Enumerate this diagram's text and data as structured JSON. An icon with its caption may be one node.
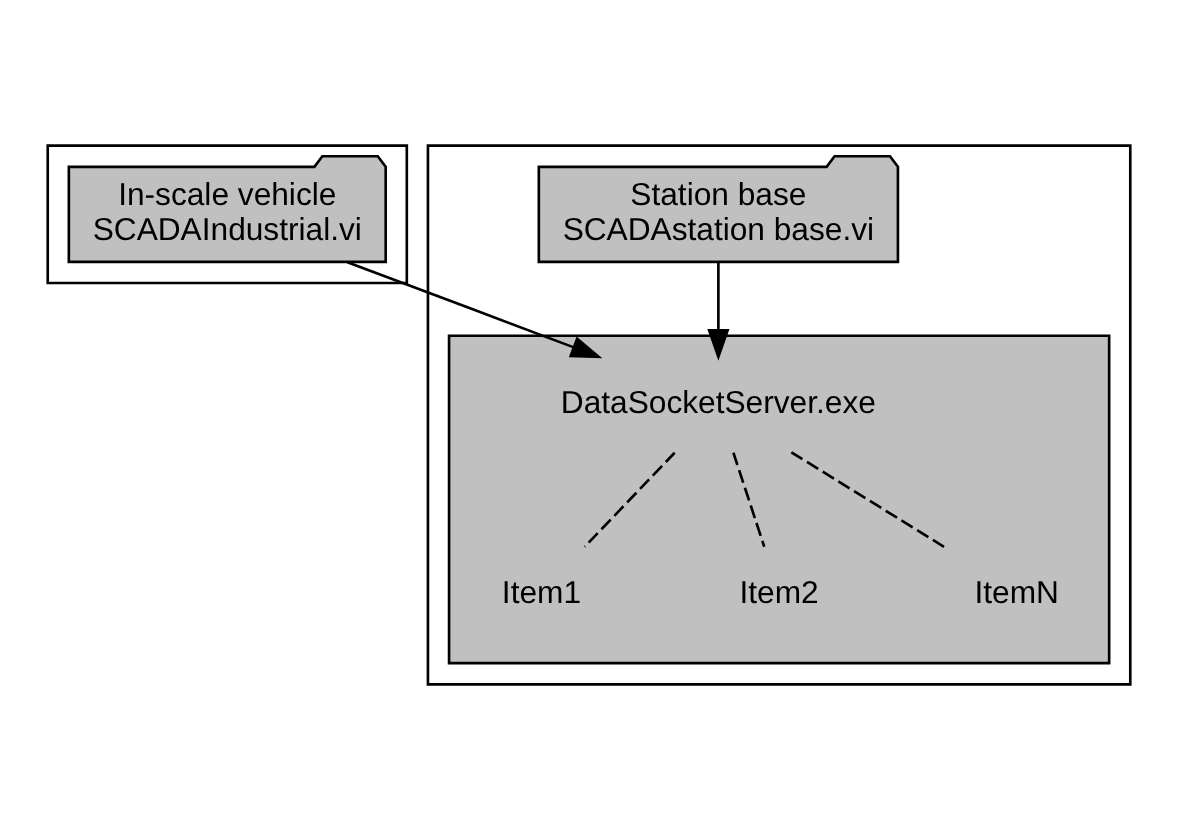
{
  "diagram": {
    "nodes": [
      {
        "text": [],
        "shape": "box"
      },
      {
        "text": [
          "In-scale vehicle",
          "SCADAIndustrial.vi"
        ],
        "in": 0
      },
      {
        "text": [],
        "shape": "box"
      },
      {
        "text": [
          "Station base",
          "SCADAstation base.vi"
        ],
        "in": 2
      },
      {
        "text": [
          "DataSocketServer.exe"
        ],
        "in": 2
      },
      {
        "text": [
          "Item1"
        ],
        "in": 4
      },
      {
        "text": [
          "Item2"
        ],
        "in": 4
      },
      {
        "text": [
          "ItemN"
        ],
        "in": 4
      }
    ],
    "edges": [
      {
        "from": 1,
        "to": 4,
        "arrow": "to"
      },
      {
        "from": 3,
        "to": 4,
        "arrow": "to"
      },
      {
        "from": 4,
        "to": 5,
        "arrow": "none",
        "style": "dashed"
      },
      {
        "from": 4,
        "to": 6,
        "arrow": "none",
        "style": "dashed"
      },
      {
        "from": 4,
        "to": 7,
        "arrow": "none",
        "style": "dashed"
      }
    ]
  }
}
